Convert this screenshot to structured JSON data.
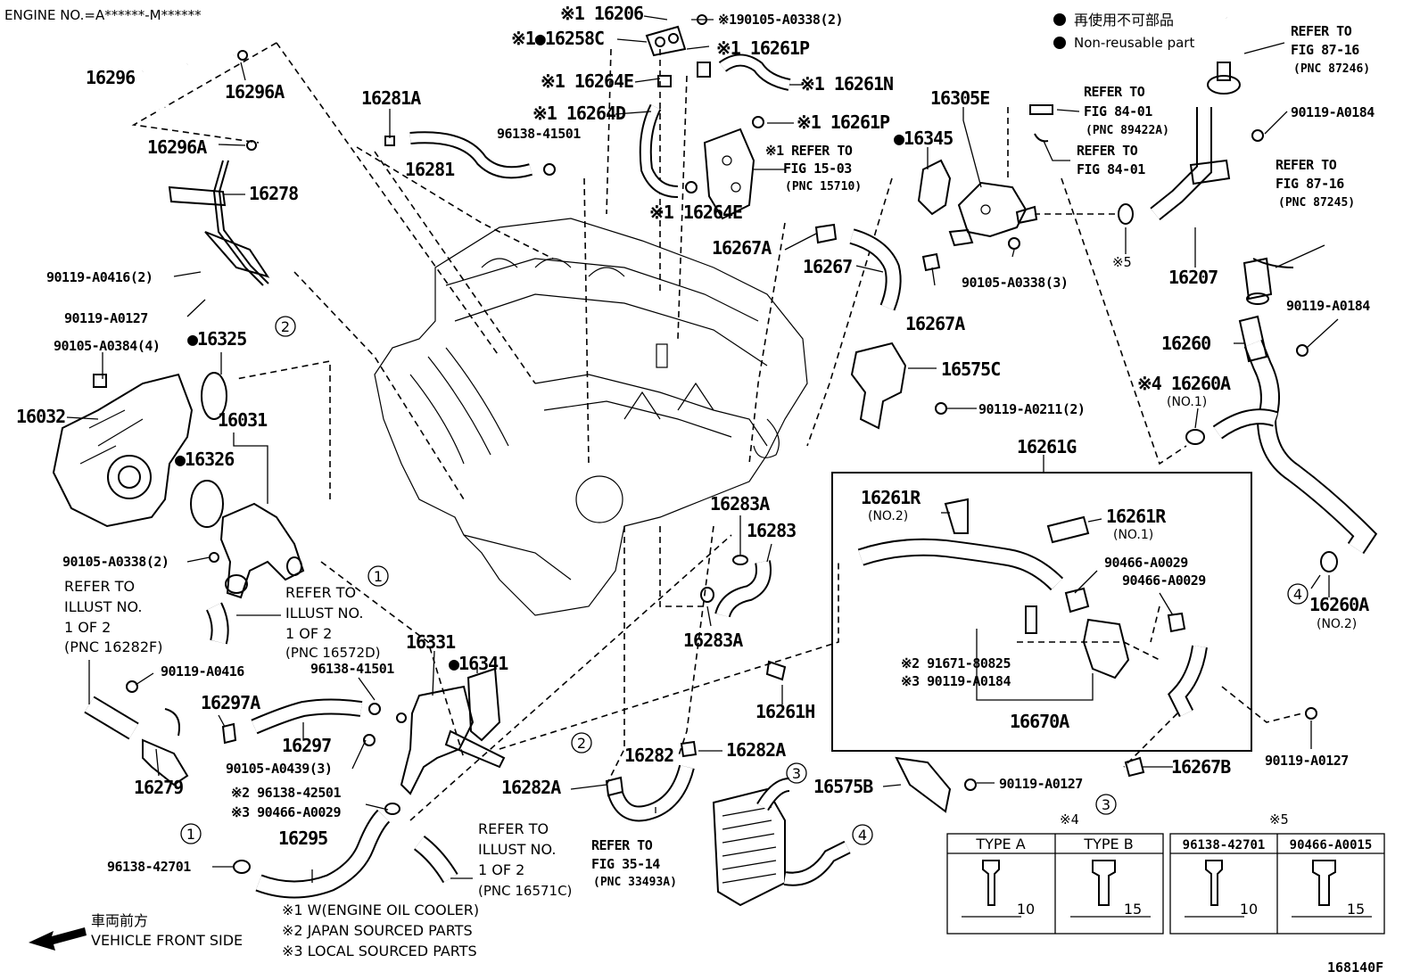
{
  "header": {
    "engine_no": "ENGINE NO.=A******-M******",
    "legend_ja": "再使用不可部品",
    "legend_en": "Non-reusable part"
  },
  "labels": {
    "l_16206": "※1 16206",
    "l_90105a": "※190105-A0338(2)",
    "l_16258c": "※1●16258C",
    "l_16261p_top": "※1 16261P",
    "l_16264e_top": "※1 16264E",
    "l_16261n": "※1 16261N",
    "l_16264d": "※1 16264D",
    "l_96138a": "96138-41501",
    "l_16261p_mid": "※1 16261P",
    "l_ref1503": "※1 REFER TO",
    "l_fig1503": "FIG 15-03",
    "l_pnc15710": "(PNC 15710)",
    "l_16264e_bot": "※1 16264E",
    "l_16296": "16296",
    "l_16296a_top": "16296A",
    "l_16296a_mid": "16296A",
    "l_16281a": "16281A",
    "l_16281": "16281",
    "l_16278": "16278",
    "l_90119a0416_2": "90119-A0416(2)",
    "l_90119a0127_left": "90119-A0127",
    "l_90105a0384": "90105-A0384(4)",
    "l_16325": "●16325",
    "l_16032": "16032",
    "l_16031": "16031",
    "l_16326": "●16326",
    "l_90105a0338_2": "90105-A0338(2)",
    "l_ref_illust_left_1": "REFER TO",
    "l_ref_illust_left_2": "ILLUST NO.",
    "l_ref_illust_left_3": "1 OF 2",
    "l_ref_illust_left_4": "(PNC 16282F)",
    "l_ref_illust_mid_1": "REFER TO",
    "l_ref_illust_mid_2": "ILLUST NO.",
    "l_ref_illust_mid_3": "1 OF 2",
    "l_ref_illust_mid_4": "(PNC 16572D)",
    "l_90119a0416": "90119-A0416",
    "l_16297a": "16297A",
    "l_16279": "16279",
    "l_16297": "16297",
    "l_96138b": "96138-41501",
    "l_16331": "16331",
    "l_16341": "●16341",
    "l_90105a0439": "90105-A0439(3)",
    "l_96138_42501": "※2 96138-42501",
    "l_90466a0029_left": "※3 90466-A0029",
    "l_16295": "16295",
    "l_96138_42701": "96138-42701",
    "l_ref_illust_bot_1": "REFER TO",
    "l_ref_illust_bot_2": "ILLUST NO.",
    "l_ref_illust_bot_3": "1 OF 2",
    "l_ref_illust_bot_4": "(PNC 16571C)",
    "l_16282a_left": "16282A",
    "l_16282": "16282",
    "l_16282a_right": "16282A",
    "l_ref3514": "REFER TO",
    "l_fig3514": "FIG 35-14",
    "l_pnc33493a": "(PNC 33493A)",
    "l_16283a_top": "16283A",
    "l_16283": "16283",
    "l_16283a_bot": "16283A",
    "l_16261h": "16261H",
    "l_16305e": "16305E",
    "l_16345": "●16345",
    "l_16267a_top": "16267A",
    "l_16267": "16267",
    "l_16267a_bot": "16267A",
    "l_90105a0338_3": "90105-A0338(3)",
    "l_16575c": "16575C",
    "l_90119a0211": "90119-A0211(2)",
    "l_ref8401a_1": "REFER TO",
    "l_ref8401a_2": "FIG 84-01",
    "l_pnc89422a": "(PNC 89422A)",
    "l_ref8401b_1": "REFER TO",
    "l_ref8401b_2": "FIG 84-01",
    "l_x5": "※5",
    "l_ref8716a_1": "REFER TO",
    "l_ref8716a_2": "FIG 87-16",
    "l_pnc87246": "(PNC 87246)",
    "l_90119a0184_top": "90119-A0184",
    "l_ref8716b_1": "REFER TO",
    "l_ref8716b_2": "FIG 87-16",
    "l_pnc87245": "(PNC 87245)",
    "l_16207": "16207",
    "l_90119a0184_mid": "90119-A0184",
    "l_16260": "16260",
    "l_16260a_no1": "※4 16260A",
    "l_no1": "(NO.1)",
    "l_16261g": "16261G",
    "l_16261r_no2": "16261R",
    "l_no2_r": "(NO.2)",
    "l_16261r_no1": "16261R",
    "l_no1_r": "(NO.1)",
    "l_90466a0029_a": "90466-A0029",
    "l_90466a0029_b": "90466-A0029",
    "l_91671": "※2 91671-80825",
    "l_90119a0184_box": "※3 90119-A0184",
    "l_16670a": "16670A",
    "l_16260a_no2": "16260A",
    "l_no2": "(NO.2)",
    "l_90119a0127_right": "90119-A0127",
    "l_16267b": "16267B",
    "l_16575b": "16575B",
    "l_90119a0127_bot": "90119-A0127"
  },
  "circles": [
    "1",
    "2",
    "3",
    "4"
  ],
  "footnotes": [
    "※1 W(ENGINE OIL COOLER)",
    "※2 JAPAN SOURCED PARTS",
    "※3 LOCAL SOURCED PARTS"
  ],
  "vehicle_front": {
    "ja": "車両前方",
    "en": "VEHICLE FRONT SIDE"
  },
  "table4": {
    "mark": "※4",
    "col1": "TYPE A",
    "col2": "TYPE B",
    "dim1": "10",
    "dim2": "15"
  },
  "table5": {
    "mark": "※5",
    "col1": "96138-42701",
    "col2": "90466-A0015",
    "dim1": "10",
    "dim2": "15"
  },
  "figure_id": "168140F"
}
